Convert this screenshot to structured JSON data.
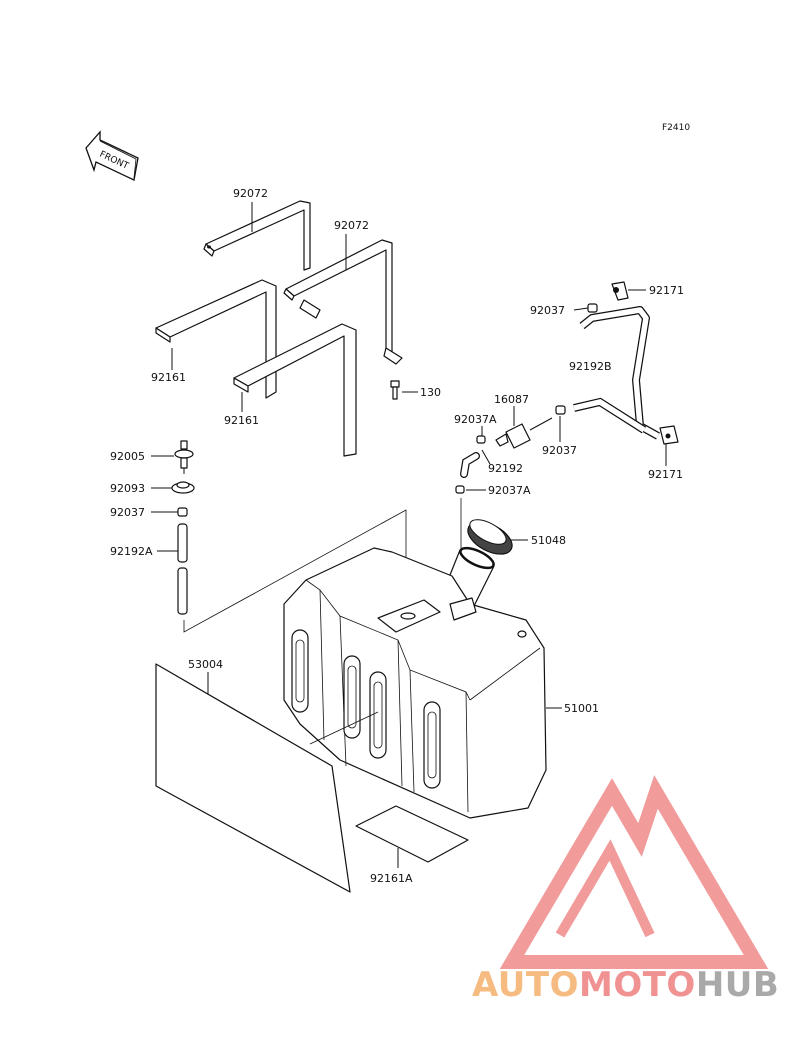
{
  "figure_code": "F2410",
  "front_label": "FRONT",
  "parts": [
    {
      "id": "92072-a",
      "number": "92072"
    },
    {
      "id": "92072-b",
      "number": "92072"
    },
    {
      "id": "92161-a",
      "number": "92161"
    },
    {
      "id": "92161-b",
      "number": "92161"
    },
    {
      "id": "130",
      "number": "130"
    },
    {
      "id": "92005",
      "number": "92005"
    },
    {
      "id": "92093",
      "number": "92093"
    },
    {
      "id": "92037-left",
      "number": "92037"
    },
    {
      "id": "92192A",
      "number": "92192A"
    },
    {
      "id": "53004",
      "number": "53004"
    },
    {
      "id": "92161A",
      "number": "92161A"
    },
    {
      "id": "51001",
      "number": "51001"
    },
    {
      "id": "51048",
      "number": "51048"
    },
    {
      "id": "92037A-lower",
      "number": "92037A"
    },
    {
      "id": "92192",
      "number": "92192"
    },
    {
      "id": "92037A-upper",
      "number": "92037A"
    },
    {
      "id": "16087",
      "number": "16087"
    },
    {
      "id": "92037-mid",
      "number": "92037"
    },
    {
      "id": "92037-top",
      "number": "92037"
    },
    {
      "id": "92171-top",
      "number": "92171"
    },
    {
      "id": "92192B",
      "number": "92192B"
    },
    {
      "id": "92171-bottom",
      "number": "92171"
    }
  ],
  "watermark": {
    "part1": "AUTO",
    "part2": "MOTO",
    "part3": "HUB",
    "color_orange": "#f5b06a",
    "color_red": "#ef7f7f",
    "color_gray": "#9b9b9b"
  }
}
